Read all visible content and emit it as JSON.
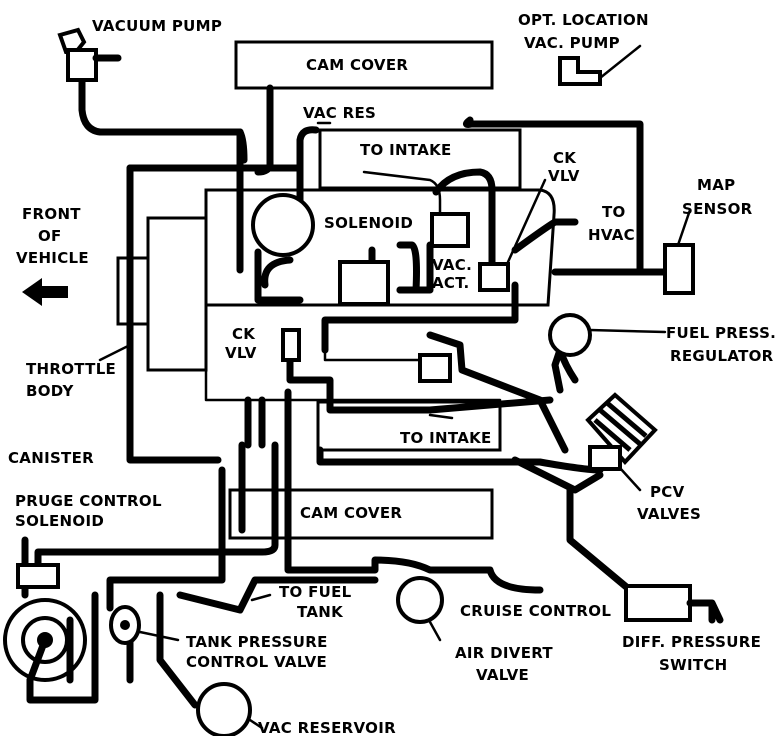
{
  "labels": {
    "vacuum_pump": "VACUUM PUMP",
    "opt_location_1": "OPT. LOCATION",
    "opt_location_2": "VAC. PUMP",
    "cam_cover_top": "CAM  COVER",
    "vac_res": "VAC  RES",
    "to_intake_top": "TO INTAKE",
    "ck_vlv_right_1": "CK",
    "ck_vlv_right_2": "VLV",
    "front_1": "FRONT",
    "front_2": "OF",
    "front_3": "VEHICLE",
    "solenoid": "SOLENOID",
    "to_hvac_1": "TO",
    "to_hvac_2": "HVAC",
    "map_sensor_1": "MAP",
    "map_sensor_2": "SENSOR",
    "vac_act_1": "VAC.",
    "vac_act_2": "ACT.",
    "ck_vlv_left_1": "CK",
    "ck_vlv_left_2": "VLV",
    "fuel_press_1": "FUEL PRESS.",
    "fuel_press_2": "REGULATOR",
    "throttle_1": "THROTTLE",
    "throttle_2": "BODY",
    "to_intake_bottom": "TO INTAKE",
    "canister": "CANISTER",
    "purge_1": "PRUGE CONTROL",
    "purge_2": "SOLENOID",
    "cam_cover_bottom": "CAM   COVER",
    "pcv_1": "PCV",
    "pcv_2": "VALVES",
    "to_fuel_tank_1": "TO FUEL",
    "to_fuel_tank_2": "TANK",
    "cruise_control": "CRUISE CONTROL",
    "tank_pressure_1": "TANK PRESSURE",
    "tank_pressure_2": "CONTROL VALVE",
    "air_divert_1": "AIR DIVERT",
    "air_divert_2": "VALVE",
    "diff_pressure_1": "DIFF. PRESSURE",
    "diff_pressure_2": "SWITCH",
    "vac_reservoir": "VAC RESERVOIR"
  },
  "colors": {
    "line": "#000000",
    "background": "#ffffff"
  },
  "icons": {
    "front_arrow": "left-arrow-icon"
  }
}
